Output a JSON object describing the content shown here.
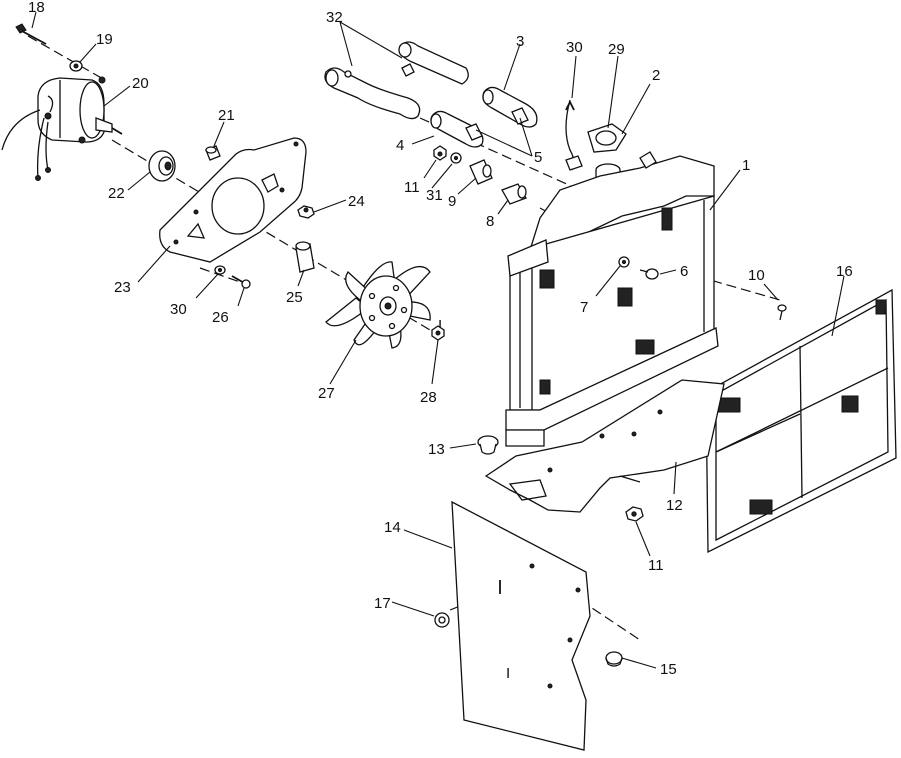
{
  "callouts": [
    {
      "id": "1",
      "text": "1"
    },
    {
      "id": "2",
      "text": "2"
    },
    {
      "id": "3",
      "text": "3"
    },
    {
      "id": "4",
      "text": "4"
    },
    {
      "id": "5",
      "text": "5"
    },
    {
      "id": "6",
      "text": "6"
    },
    {
      "id": "7",
      "text": "7"
    },
    {
      "id": "8",
      "text": "8"
    },
    {
      "id": "9",
      "text": "9"
    },
    {
      "id": "10",
      "text": "10"
    },
    {
      "id": "11a",
      "text": "11"
    },
    {
      "id": "11b",
      "text": "11"
    },
    {
      "id": "12",
      "text": "12"
    },
    {
      "id": "13",
      "text": "13"
    },
    {
      "id": "14",
      "text": "14"
    },
    {
      "id": "15",
      "text": "15"
    },
    {
      "id": "16",
      "text": "16"
    },
    {
      "id": "17",
      "text": "17"
    },
    {
      "id": "18",
      "text": "18"
    },
    {
      "id": "19",
      "text": "19"
    },
    {
      "id": "20",
      "text": "20"
    },
    {
      "id": "21",
      "text": "21"
    },
    {
      "id": "22",
      "text": "22"
    },
    {
      "id": "23",
      "text": "23"
    },
    {
      "id": "24",
      "text": "24"
    },
    {
      "id": "25",
      "text": "25"
    },
    {
      "id": "26",
      "text": "26"
    },
    {
      "id": "27",
      "text": "27"
    },
    {
      "id": "28",
      "text": "28"
    },
    {
      "id": "29",
      "text": "29"
    },
    {
      "id": "30a",
      "text": "30"
    },
    {
      "id": "30b",
      "text": "30"
    },
    {
      "id": "31",
      "text": "31"
    },
    {
      "id": "32",
      "text": "32"
    }
  ],
  "marks": {
    "fan_mark": "I",
    "panel_mark": "I"
  }
}
